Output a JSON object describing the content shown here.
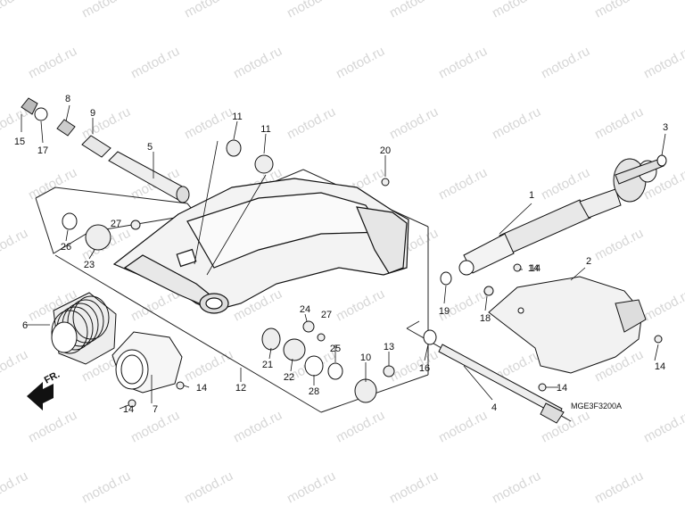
{
  "diagram": {
    "watermark": "motod.ru",
    "catalog_code": "MGE3F3200A",
    "front_arrow_label": "FR.",
    "callouts": [
      "1",
      "2",
      "3",
      "4",
      "5",
      "6",
      "7",
      "8",
      "9",
      "10",
      "11",
      "11",
      "12",
      "13",
      "14",
      "14",
      "14",
      "14",
      "14",
      "14",
      "15",
      "16",
      "17",
      "18",
      "19",
      "20",
      "21",
      "22",
      "23",
      "24",
      "25",
      "26",
      "27",
      "27",
      "28"
    ]
  }
}
